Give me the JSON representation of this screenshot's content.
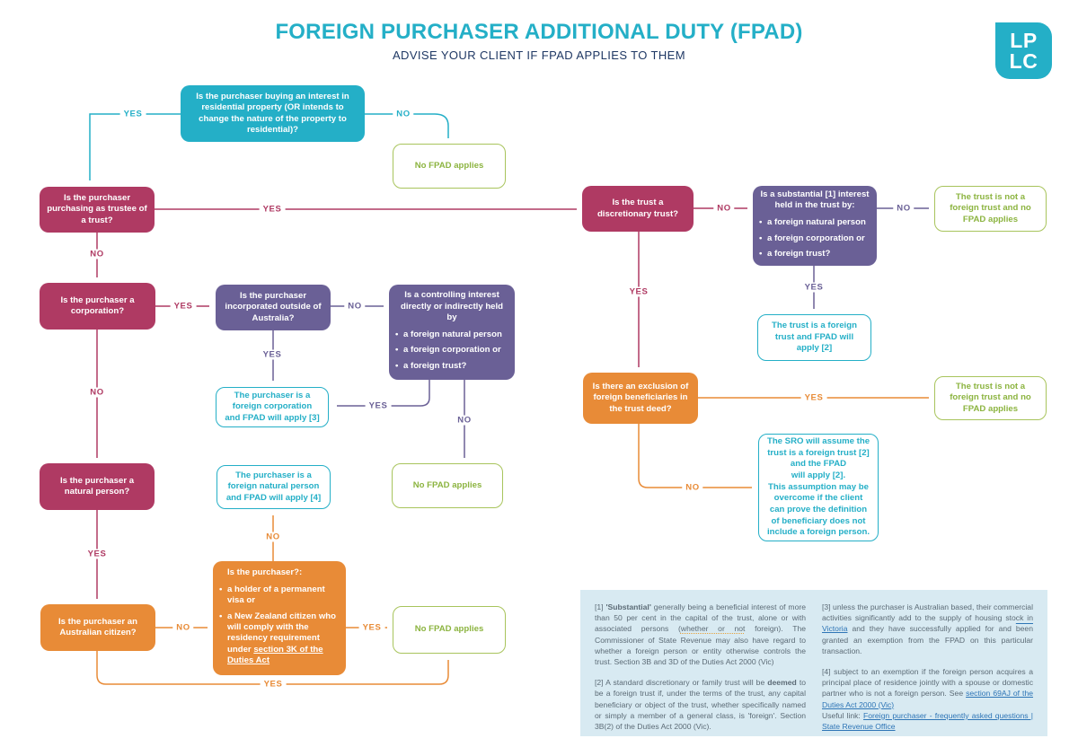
{
  "header": {
    "title": "FOREIGN PURCHASER ADDITIONAL DUTY (FPAD)",
    "subtitle": "ADVISE YOUR CLIENT IF FPAD APPLIES TO THEM",
    "logo_line1": "LP",
    "logo_line2": "LC"
  },
  "labels": {
    "yes": "YES",
    "no": "NO"
  },
  "colors": {
    "brand_cyan": "#24AFC7",
    "crimson": "#AF3A63",
    "purple": "#6A6096",
    "orange": "#E88B37",
    "green": "#8CB440",
    "green_border": "#A8C45C",
    "navy": "#1F3864",
    "footnote_bg": "#D8EAF2",
    "footnote_text": "#5C6B76",
    "link_blue": "#2E75B6"
  },
  "nodes": {
    "q_residential": {
      "text": "Is the purchaser buying an interest in residential property (OR intends to change the nature of the property to residential)?"
    },
    "q_trustee": {
      "text": "Is the purchaser purchasing as trustee of a trust?"
    },
    "q_corporation": {
      "text": "Is the purchaser a corporation?"
    },
    "q_incorporated": {
      "text": "Is the purchaser incorporated outside of Australia?"
    },
    "q_controlling": {
      "title": "Is a controlling interest directly or indirectly held by",
      "bullets": [
        "a foreign natural person",
        "a foreign corporation or",
        "a foreign trust?"
      ]
    },
    "q_natural": {
      "text": "Is the purchaser a natural person?"
    },
    "q_citizen": {
      "text": "Is the purchaser an Australian citizen?"
    },
    "q_visa": {
      "title": "Is the purchaser?:",
      "bullets": [
        [
          {
            "t": "a  holder of a permanent visa or"
          }
        ],
        [
          {
            "t": "a New Zealand citizen who  will comply with the residency requirement under "
          },
          {
            "t": "section 3K of the Duties Act",
            "u": true
          }
        ]
      ]
    },
    "q_discretionary": {
      "text": "Is the trust a discretionary trust?"
    },
    "q_substantial": {
      "title": "Is a substantial [1] interest held in the trust by:",
      "bullets": [
        "a foreign natural person",
        "a foreign corporation or",
        "a foreign trust?"
      ]
    },
    "q_exclusion": {
      "text": "Is there an exclusion of foreign beneficiaries in the trust deed?"
    }
  },
  "results": {
    "no_fpad": "No FPAD applies",
    "not_foreign_trust": "The trust is not a foreign trust and no FPAD applies",
    "foreign_corp": "The purchaser is a foreign corporation and FPAD will apply [3]",
    "foreign_person": "The purchaser is a foreign natural person and FPAD will apply [4]",
    "foreign_trust": "The trust is a foreign trust and FPAD will apply [2]",
    "sro": "The SRO will assume the trust is a foreign trust [2]\nand the FPAD\nwill apply [2].\nThis assumption may be overcome if the client can prove the definition of beneficiary does not include a foreign person."
  },
  "footnotes": {
    "f1": [
      {
        "t": "[1] "
      },
      {
        "t": "'Substantial'",
        "b": true
      },
      {
        "t": " generally being a beneficial interest of more than 50 per cent in the capital of the trust, alone  or with associated persons ("
      },
      {
        "t": "whether or not",
        "sq": true
      },
      {
        "t": " foreign). The Commissioner of State Revenue may also have regard to whether a foreign person or entity otherwise controls the trust. Section 3B and 3D of the Duties Act 2000 (Vic)"
      }
    ],
    "f2": [
      {
        "t": "[2] A standard discretionary or family trust will be "
      },
      {
        "t": "deemed",
        "b": true
      },
      {
        "t": " to be a foreign trust if, under the terms of  the trust, any capital beneficiary or object of the trust, whether specifically named or simply a member of a general class, is 'foreign'. Section 3B(2) of the Duties Act 2000  (Vic)."
      }
    ],
    "f3": [
      {
        "t": "[3] unless the purchaser is Australian based, their commercial activities significantly add to the supply of housing stock in "
      },
      {
        "t": "Victoria",
        "link": true
      },
      {
        "t": " and they have successfully applied for and "
      },
      {
        "t": "been",
        "ov": true
      },
      {
        "t": " granted an exemption from the FPAD on this particular transaction."
      }
    ],
    "f4": [
      {
        "t": "[4] subject to an exemption if the foreign person acquires a principal place of residence jointly with a spouse or domestic partner who is not a foreign person. See "
      },
      {
        "t": "section 69AJ of the Duties Act 2000 (Vic)",
        "link": true
      },
      {
        "t": "\nUseful  link: "
      },
      {
        "t": "Foreign purchaser - frequently asked questions | State Revenue Office",
        "link": true
      }
    ]
  }
}
